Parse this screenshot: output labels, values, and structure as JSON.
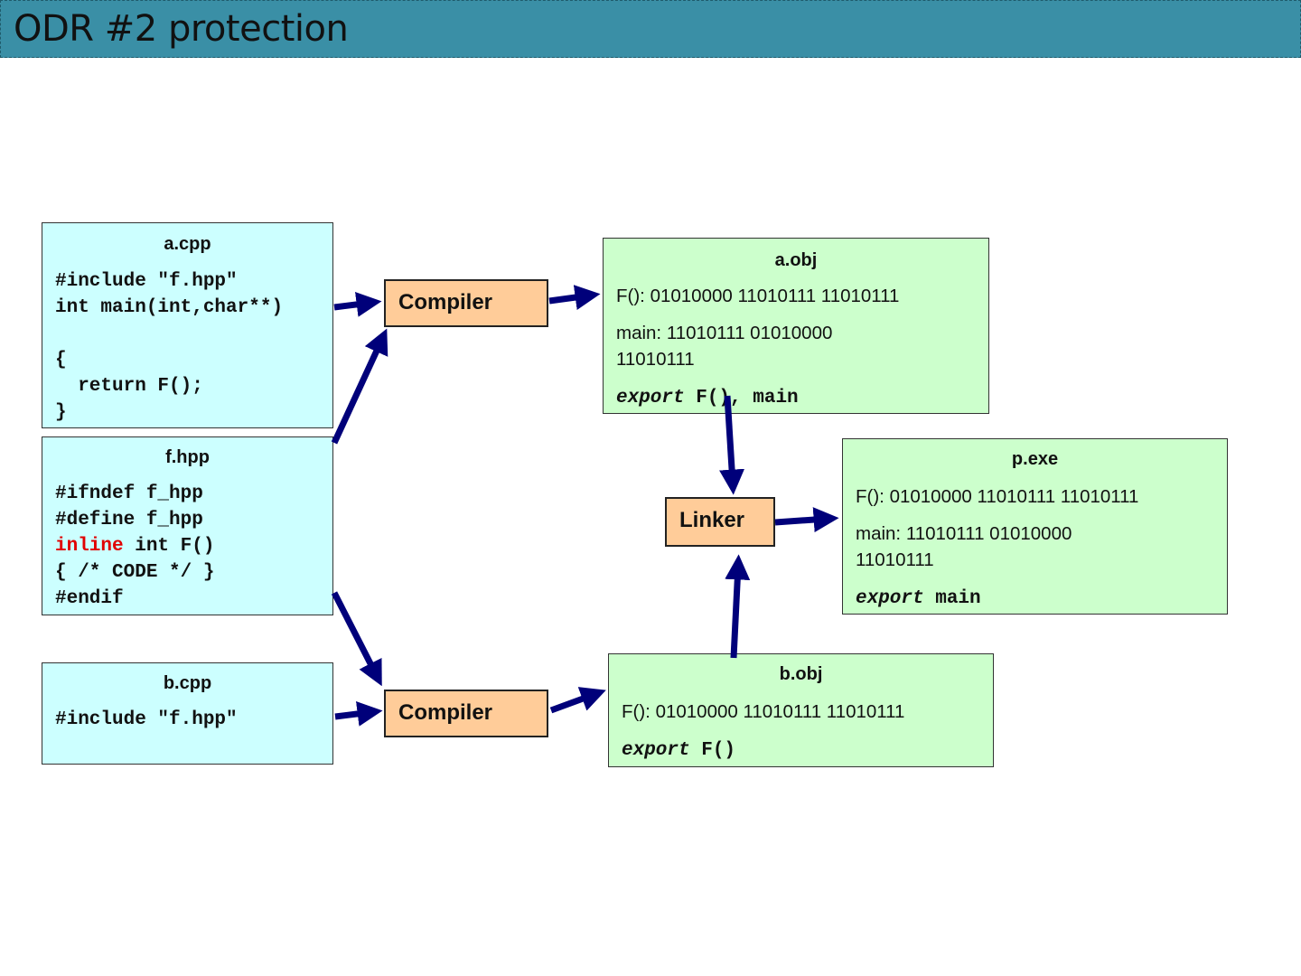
{
  "slide": {
    "title": "ODR #2 protection"
  },
  "a_cpp": {
    "title": "a.cpp",
    "lines": [
      "#include \"f.hpp\"",
      "int main(int,char**)",
      "",
      "{",
      "  return F();",
      "}"
    ]
  },
  "f_hpp": {
    "title": "f.hpp",
    "line1": "#ifndef f_hpp",
    "line2": "#define f_hpp",
    "line3_kw": "inline",
    "line3_rest": " int F()",
    "line4": "{ /* CODE */ }",
    "line5": "#endif"
  },
  "b_cpp": {
    "title": "b.cpp",
    "lines": [
      "#include \"f.hpp\""
    ]
  },
  "compiler_top": {
    "label": "Compiler"
  },
  "compiler_bottom": {
    "label": "Compiler"
  },
  "linker": {
    "label": "Linker"
  },
  "a_obj": {
    "title": "a.obj",
    "f_line": "F(): 01010000 11010111 11010111",
    "main_line": "main: 11010111 01010000 11010111",
    "export_kw": "export",
    "export_rest": " F(), main"
  },
  "b_obj": {
    "title": "b.obj",
    "f_line": "F(): 01010000 11010111 11010111",
    "export_kw": "export",
    "export_rest": " F()"
  },
  "p_exe": {
    "title": "p.exe",
    "f_line": "F(): 01010000 11010111 11010111",
    "main_line": "main: 11010111 01010000 11010111",
    "export_kw": "export",
    "export_rest": " main"
  },
  "colors": {
    "header": "#3a8fa6",
    "source_box": "#ccffff",
    "object_box": "#ccffcc",
    "process_box": "#ffcc99",
    "arrow": "#00007a",
    "keyword": "#e00000"
  }
}
